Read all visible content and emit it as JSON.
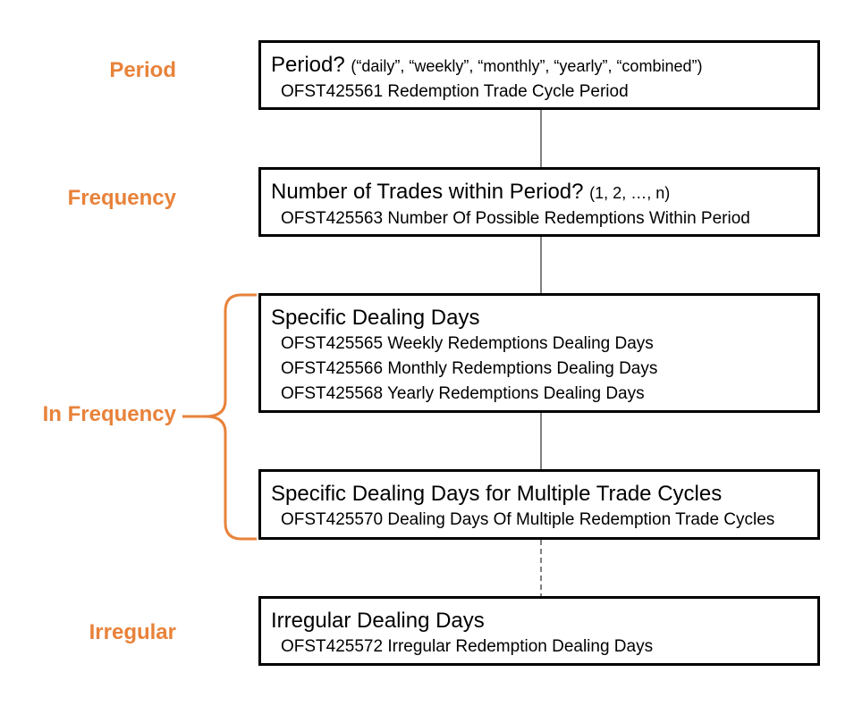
{
  "side_labels": {
    "period": "Period",
    "frequency": "Frequency",
    "in_frequency": "In Frequency",
    "irregular": "Irregular"
  },
  "boxes": {
    "period": {
      "title": "Period?",
      "hint": "(“daily”, “weekly”, “monthly”, “yearly”, “combined”)",
      "items": [
        "OFST425561 Redemption Trade Cycle Period"
      ]
    },
    "frequency": {
      "title": "Number of Trades within Period?",
      "hint": "(1, 2, …, n)",
      "items": [
        "OFST425563 Number Of Possible Redemptions Within Period"
      ]
    },
    "specific_days": {
      "title": "Specific Dealing Days",
      "hint": "",
      "items": [
        "OFST425565 Weekly Redemptions Dealing Days",
        "OFST425566 Monthly Redemptions Dealing Days",
        "OFST425568 Yearly Redemptions Dealing Days"
      ]
    },
    "multiple_cycles": {
      "title": "Specific Dealing Days for Multiple Trade Cycles",
      "hint": "",
      "items": [
        "OFST425570 Dealing Days Of Multiple Redemption Trade Cycles"
      ]
    },
    "irregular": {
      "title": "Irregular Dealing Days",
      "hint": "",
      "items": [
        "OFST425572 Irregular Redemption Dealing Days"
      ]
    }
  },
  "colors": {
    "accent": "#E8823A",
    "border": "#000000",
    "connector": "#000000"
  }
}
